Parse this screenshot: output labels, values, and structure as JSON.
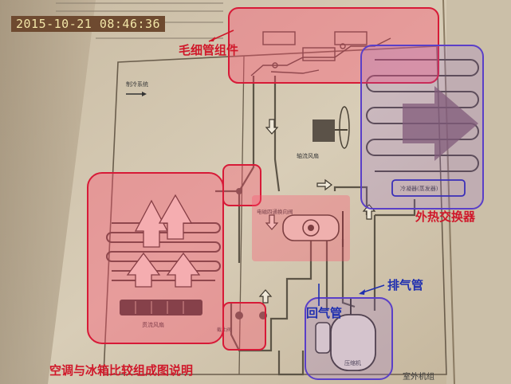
{
  "timestamp": "2015-10-21 08:46:36",
  "annotations": {
    "capillary": "毛细管组件",
    "outdoor_hx": "外热交换器",
    "exhaust": "排气管",
    "return": "回气管",
    "caption": "空调与冰箱比较组成图说明"
  },
  "printed_labels": {
    "legend_title": "制冷系统",
    "outdoor_fan": "轴流风扇",
    "condenser": "冷凝器(蒸发器)",
    "four_way": "电磁四通换向阀",
    "indoor_fan": "贯流风扇",
    "compressor": "压缩机",
    "outdoor_unit": "室外机组",
    "valve": "截止阀"
  },
  "colors": {
    "highlight_red": "#ff4d6e",
    "highlight_blue": "#5a3fc8",
    "text_red": "#d0182a",
    "text_blue": "#1f2fb0"
  }
}
